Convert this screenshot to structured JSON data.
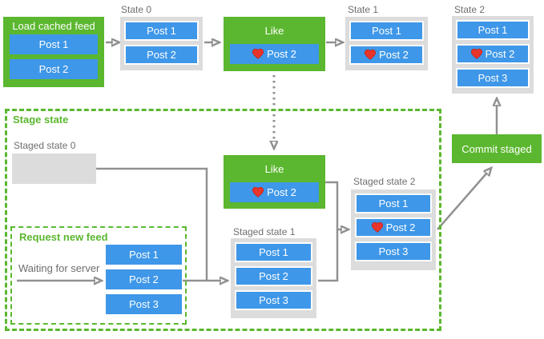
{
  "colors": {
    "green": "#5bb72f",
    "blue": "#3e97e8",
    "container_gray": "#dcdcdc",
    "arrow_gray": "#919191",
    "label_gray": "#6e6e6e",
    "heart_red": "#e8352b"
  },
  "top_row": {
    "load_cached_feed": {
      "title": "Load cached feed",
      "posts": [
        {
          "label": "Post 1",
          "liked": false
        },
        {
          "label": "Post 2",
          "liked": false
        }
      ]
    },
    "state0": {
      "label": "State 0",
      "posts": [
        {
          "label": "Post 1",
          "liked": false
        },
        {
          "label": "Post 2",
          "liked": false
        }
      ]
    },
    "like_action": {
      "title": "Like",
      "post": {
        "label": "Post 2",
        "liked": true
      }
    },
    "state1": {
      "label": "State 1",
      "posts": [
        {
          "label": "Post 1",
          "liked": false
        },
        {
          "label": "Post 2",
          "liked": true
        }
      ]
    },
    "state2": {
      "label": "State 2",
      "posts": [
        {
          "label": "Post 1",
          "liked": false
        },
        {
          "label": "Post 2",
          "liked": true
        },
        {
          "label": "Post 3",
          "liked": false
        }
      ]
    }
  },
  "stage_area": {
    "title": "Stage state",
    "staged_state0": {
      "label": "Staged state 0"
    },
    "like_action": {
      "title": "Like",
      "post": {
        "label": "Post 2",
        "liked": true
      }
    },
    "staged_state1": {
      "label": "Staged state 1",
      "posts": [
        {
          "label": "Post 1",
          "liked": false
        },
        {
          "label": "Post 2",
          "liked": false
        },
        {
          "label": "Post 3",
          "liked": false
        }
      ]
    },
    "staged_state2": {
      "label": "Staged state 2",
      "posts": [
        {
          "label": "Post 1",
          "liked": false
        },
        {
          "label": "Post 2",
          "liked": true
        },
        {
          "label": "Post 3",
          "liked": false
        }
      ]
    },
    "request_new_feed": {
      "title": "Request new feed",
      "status": "Waiting for server",
      "posts": [
        {
          "label": "Post 1",
          "liked": false
        },
        {
          "label": "Post 2",
          "liked": false
        },
        {
          "label": "Post 3",
          "liked": false
        }
      ]
    }
  },
  "commit_action": {
    "title": "Commit staged"
  }
}
